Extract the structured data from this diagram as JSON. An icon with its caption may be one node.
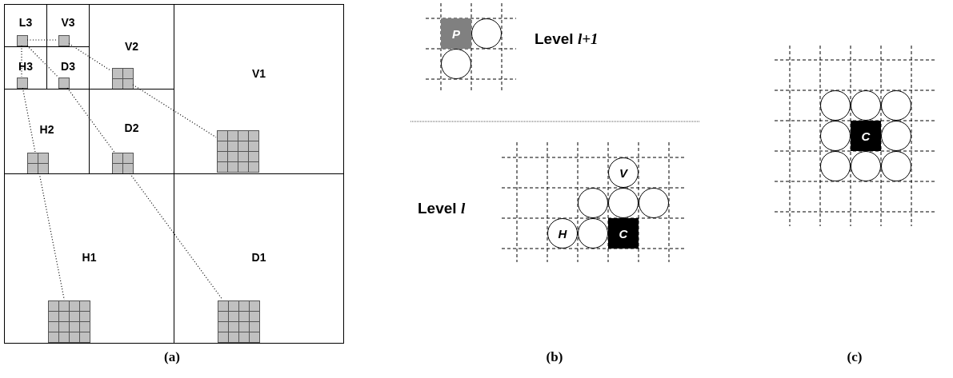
{
  "diagram": {
    "nodes": [
      {
        "text": [
          "L3"
        ]
      },
      {
        "text": [],
        "shape": "box",
        "in": 0
      },
      {
        "text": [
          "V3"
        ]
      },
      {
        "text": [],
        "shape": "box",
        "in": 2
      },
      {
        "text": [
          "V2"
        ]
      },
      {
        "text": [],
        "shape": "grid",
        "in": 4
      },
      {
        "text": [
          "H3"
        ]
      },
      {
        "text": [],
        "shape": "box",
        "in": 6
      },
      {
        "text": [
          "D3"
        ]
      },
      {
        "text": [],
        "shape": "box",
        "in": 8
      },
      {
        "text": [
          "V1"
        ]
      },
      {
        "text": [],
        "shape": "grid",
        "in": 10
      },
      {
        "text": [
          "H2"
        ]
      },
      {
        "text": [],
        "shape": "grid",
        "in": 12
      },
      {
        "text": [
          "D2"
        ]
      },
      {
        "text": [],
        "shape": "grid",
        "in": 14
      },
      {
        "text": [
          "H1"
        ]
      },
      {
        "text": [],
        "shape": "grid",
        "in": 16
      },
      {
        "text": [
          "D1"
        ]
      },
      {
        "text": [],
        "shape": "grid",
        "in": 18
      },
      {
        "text": [
          "P"
        ]
      },
      {
        "text": [],
        "shape": "circle"
      },
      {
        "text": [],
        "shape": "circle"
      },
      {
        "text": [
          "V"
        ]
      },
      {
        "text": [],
        "shape": "circle"
      },
      {
        "text": [],
        "shape": "circle"
      },
      {
        "text": [],
        "shape": "circle"
      },
      {
        "text": [
          "H"
        ]
      },
      {
        "text": [],
        "shape": "circle"
      },
      {
        "text": [
          "C"
        ]
      },
      {
        "text": [],
        "shape": "circle"
      },
      {
        "text": [],
        "shape": "circle"
      },
      {
        "text": [],
        "shape": "circle"
      },
      {
        "text": [],
        "shape": "circle"
      },
      {
        "text": [
          "C"
        ]
      },
      {
        "text": [],
        "shape": "circle"
      },
      {
        "text": [],
        "shape": "circle"
      },
      {
        "text": [],
        "shape": "circle"
      },
      {
        "text": [],
        "shape": "circle"
      }
    ],
    "edges": [
      {
        "from": 1,
        "to": 3,
        "arrow": "none",
        "style": "dashed"
      },
      {
        "from": 1,
        "to": 7,
        "arrow": "none",
        "style": "dashed"
      },
      {
        "from": 1,
        "to": 9,
        "arrow": "none",
        "style": "dashed"
      },
      {
        "from": 3,
        "to": 5,
        "arrow": "none",
        "style": "dashed"
      },
      {
        "from": 7,
        "to": 13,
        "arrow": "none",
        "style": "dashed"
      },
      {
        "from": 9,
        "to": 15,
        "arrow": "none",
        "style": "dashed"
      },
      {
        "from": 5,
        "to": 11,
        "arrow": "none",
        "style": "dashed"
      },
      {
        "from": 13,
        "to": 17,
        "arrow": "none",
        "style": "dashed"
      },
      {
        "from": 15,
        "to": 19,
        "arrow": "none",
        "style": "dashed"
      }
    ],
    "labels": [
      "Level *l+1*",
      "Level *l*",
      "(a)",
      "(b)",
      "(c)"
    ]
  }
}
